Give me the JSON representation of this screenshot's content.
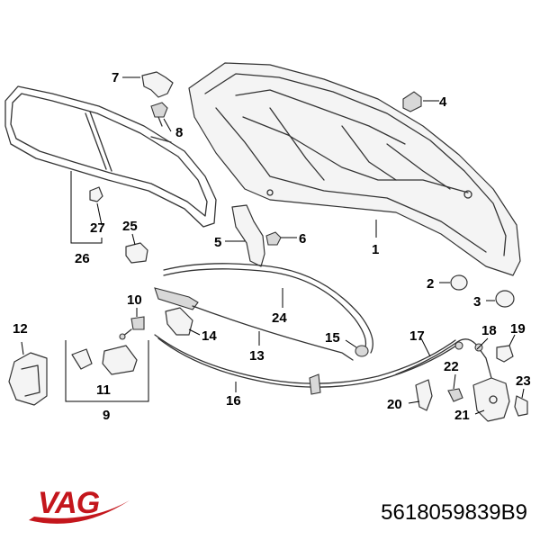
{
  "diagram": {
    "callouts": [
      "1",
      "2",
      "3",
      "4",
      "5",
      "6",
      "7",
      "8",
      "9",
      "10",
      "11",
      "12",
      "13",
      "14",
      "15",
      "16",
      "17",
      "18",
      "19",
      "20",
      "21",
      "22",
      "23",
      "24",
      "25",
      "26",
      "27"
    ]
  },
  "brand": {
    "logo_text": "VAG",
    "logo_color": "#c4161c"
  },
  "part_number": "5618059839B9"
}
